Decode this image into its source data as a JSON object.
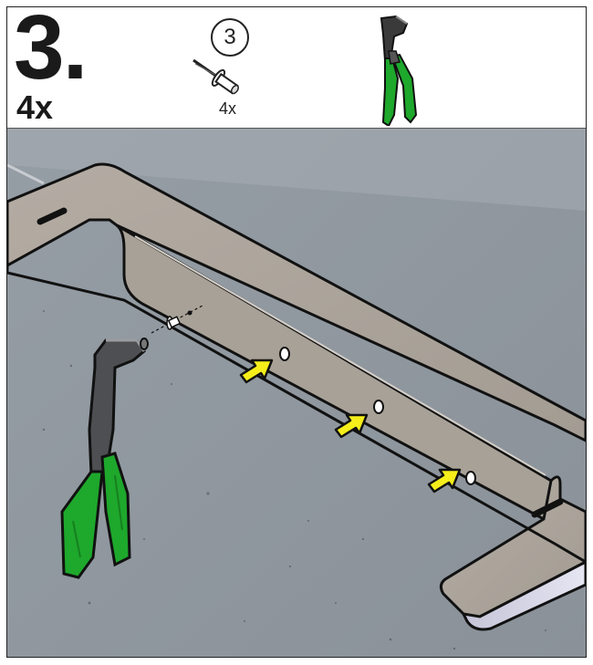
{
  "step": {
    "number": "3.",
    "quantity": "4x"
  },
  "part": {
    "id": "3",
    "quantity": "4x",
    "icon": "blind-rivet-icon"
  },
  "tool": {
    "icon": "rivet-gun-icon",
    "handle_color": "#1ea82c"
  },
  "scene": {
    "wall_color": "#8c949c",
    "bracket_color": "#aaa39a",
    "arrow_color": "#f5ee1a"
  }
}
